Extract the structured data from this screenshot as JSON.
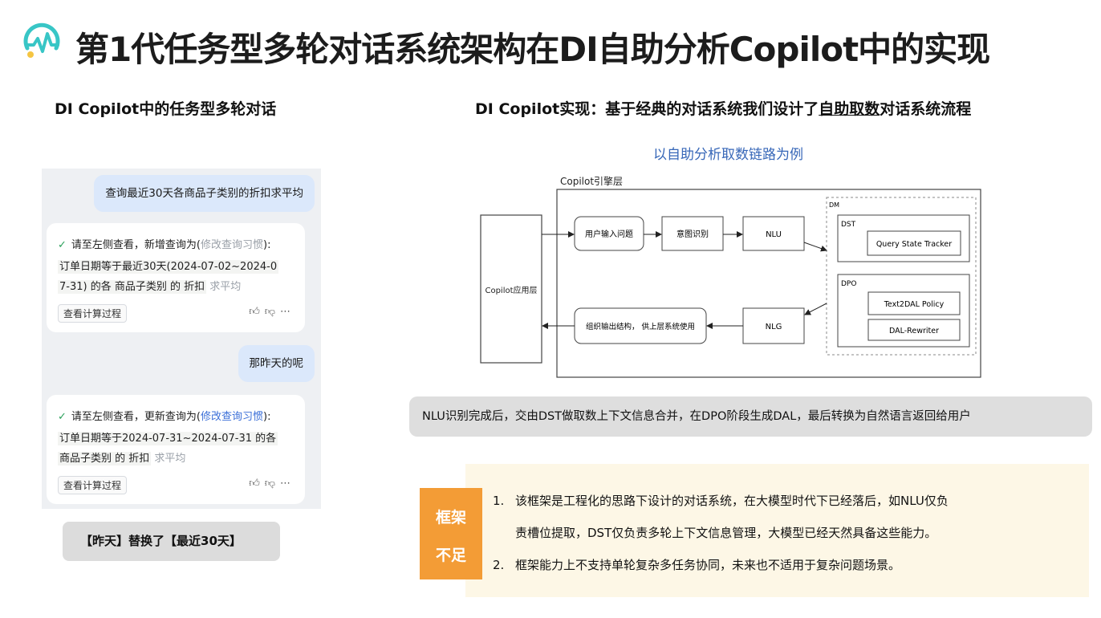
{
  "page": {
    "title": "第1代任务型多轮对话系统架构在DI自助分析Copilot中的实现"
  },
  "left": {
    "section_title": "DI Copilot中的任务型多轮对话",
    "chat": [
      {
        "user": "查询最近30天各商品子类别的折扣求平均",
        "bot": {
          "prefix": "请至左侧查看，新增查询为(",
          "link": "修改查询习惯",
          "suffix": "):",
          "line2": "订单日期等于最近30天(2024-07-02~2024-0",
          "line3_a": "7-31) 的各 商品子类别 的 折扣",
          "line3_b": "求平均",
          "calc_button": "查看计算过程"
        }
      },
      {
        "user": "那昨天的呢",
        "bot": {
          "prefix": "请至左侧查看，更新查询为(",
          "link": "修改查询习惯",
          "suffix": "):",
          "line2": "订单日期等于2024-07-31~2024-07-31 的各",
          "line3_a": "商品子类别 的 折扣",
          "line3_b": "求平均",
          "calc_button": "查看计算过程"
        }
      }
    ],
    "actions": [
      "thumb-up",
      "thumb-down",
      "more"
    ],
    "note": "【昨天】替换了【最近30天】"
  },
  "right": {
    "section_title_a": "DI Copilot实现：基于经典的对话系统我们设计了",
    "section_title_u": "自助取数",
    "section_title_b": "对话系统流程",
    "diagram_subtitle": "以自助分析取数链路为例",
    "diagram": {
      "engine_layer": "Copilot引擎层",
      "app_layer": "Copilot应用层",
      "user_input": "用户输入问题",
      "intent": "意图识别",
      "nlu": "NLU",
      "dm": "DM",
      "dst": "DST",
      "qst": "Query State Tracker",
      "dpo": "DPO",
      "t2dal": "Text2DAL Policy",
      "rewriter": "DAL-Rewriter",
      "nlg": "NLG",
      "output": "组织输出结构，  供上层系统使用"
    },
    "note": "NLU识别完成后，交由DST做取数上下文信息合并，在DPO阶段生成DAL，最后转换为自然语言返回给用户",
    "insufficient": {
      "tag_line1": "框架",
      "tag_line2": "不足",
      "items": [
        {
          "num": "1.",
          "line1": "该框架是工程化的思路下设计的对话系统，在大模型时代下已经落后，如NLU仅负",
          "line2": "责槽位提取，DST仅负责多轮上下文信息管理，大模型已经天然具备这些能力。"
        },
        {
          "num": "2.",
          "line1": "框架能力上不支持单轮复杂多任务协同，未来也不适用于复杂问题场景。"
        }
      ]
    }
  },
  "colors": {
    "logo_teal": "#38c6c6",
    "logo_yellow": "#f5c542",
    "subtitle_blue": "#3767b8",
    "tag_orange": "#f39c36",
    "panel_cream": "#fdf7e6",
    "link_blue": "#3b6fd8"
  }
}
